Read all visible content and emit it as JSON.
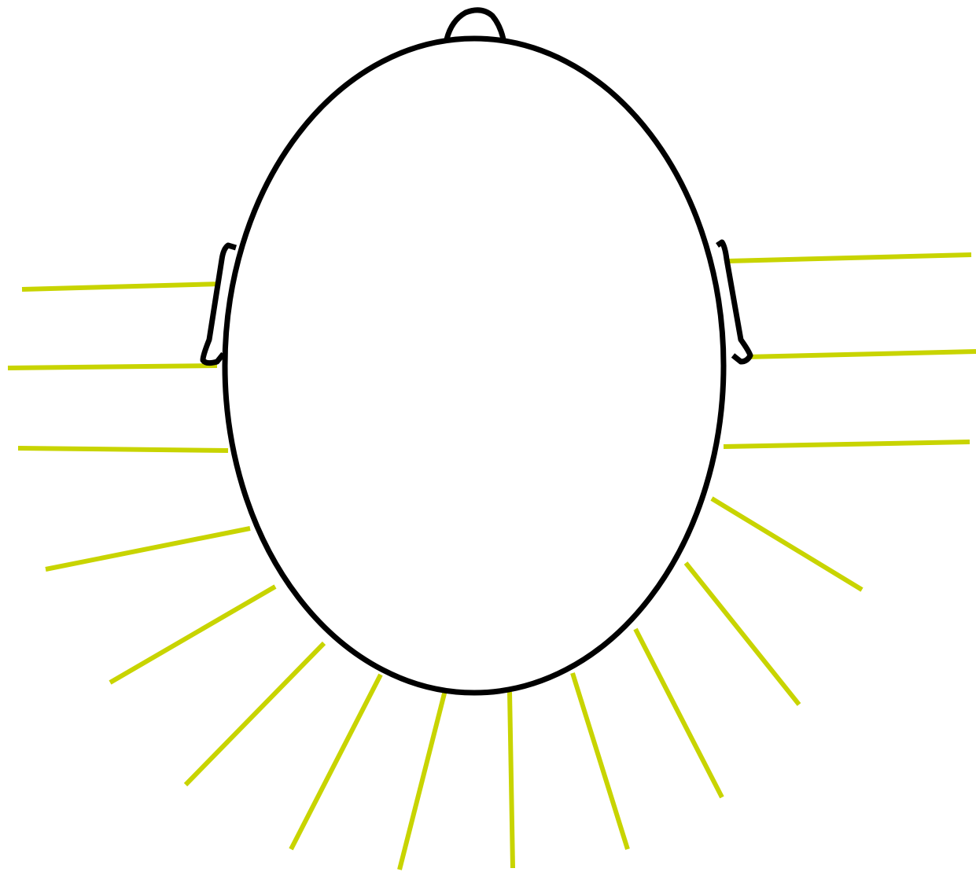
{
  "diagram": {
    "subject": "head-outline-top-view",
    "colors": {
      "outline": "#000000",
      "fill": "#ffffff",
      "guide_lines": "#c8d400",
      "background": "#ffffff"
    },
    "guide_line_count": 16,
    "features": [
      "head-outline",
      "nose",
      "left-ear",
      "right-ear"
    ]
  }
}
